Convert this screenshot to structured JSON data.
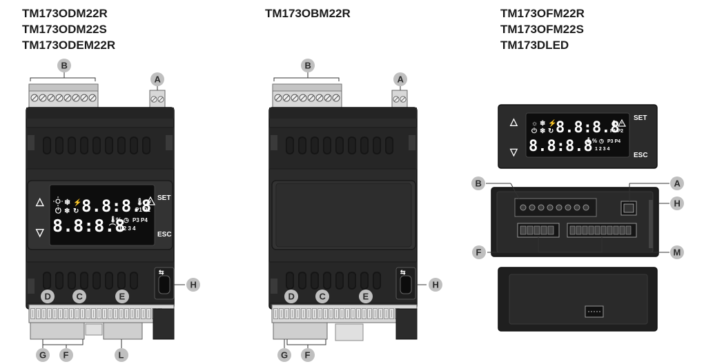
{
  "titles": {
    "left": [
      "TM173ODM22R",
      "TM173ODM22S",
      "TM173ODEM22R"
    ],
    "middle": [
      "TM173OBM22R"
    ],
    "right": [
      "TM173OFM22R",
      "TM173OFM22S",
      "TM173DLED"
    ]
  },
  "callouts": {
    "A": "A",
    "B": "B",
    "C": "C",
    "D": "D",
    "E": "E",
    "F": "F",
    "G": "G",
    "H": "H",
    "L": "L",
    "M": "M"
  },
  "display": {
    "top_digits": "8.8:8.8",
    "bottom_digits": "8.8:8.8",
    "set_label": "SET",
    "esc_label": "ESC",
    "p1p2": "P1 P2",
    "p3p4": "P3 P4",
    "percent": "%",
    "numbers": "1  2  3  4",
    "up_arrow": "△",
    "down_arrow": "▽"
  },
  "colors": {
    "housing": "#2b2b2b",
    "housing_dark": "#1c1c1c",
    "terminal": "#d4d4d4",
    "callout_fill": "#bfbfbf"
  },
  "icons": {
    "usb": "usb-icon",
    "warning": "warning-icon",
    "snowflake": "snowflake-icon",
    "sun": "sun-icon",
    "power": "power-icon"
  }
}
